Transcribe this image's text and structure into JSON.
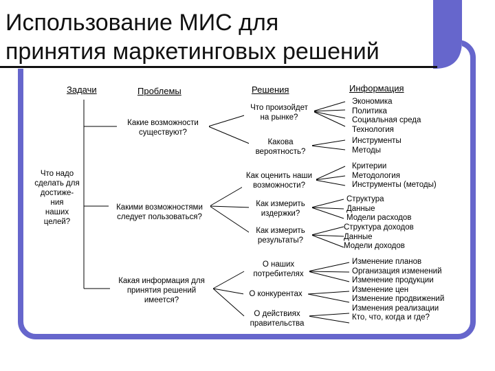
{
  "slide": {
    "title_line1": "Использование МИС для",
    "title_line2": "принятия маркетинговых решений",
    "colors": {
      "accent": "#6666cc",
      "text": "#000000"
    }
  },
  "headers": {
    "tasks": "Задачи",
    "problems": "Проблемы",
    "solutions": "Решения",
    "information": "Информация"
  },
  "task": [
    "Что надо",
    "сделать для",
    "достиже-",
    "ния",
    "наших",
    "целей?"
  ],
  "problems": [
    [
      "Какие возможности",
      "существуют?"
    ],
    [
      "Какими возможностями",
      "следует пользоваться?"
    ],
    [
      "Какая информация для",
      "принятия решений",
      "имеется?"
    ]
  ],
  "solutions": [
    [
      "Что произойдет",
      "на рынке?"
    ],
    [
      "Какова",
      "вероятность?"
    ],
    [
      "Как оценить наши",
      "возможности?"
    ],
    [
      "Как измерить",
      "издержки?"
    ],
    [
      "Как измерить",
      "результаты?"
    ],
    [
      "О наших",
      "потребителях"
    ],
    [
      "О конкурентах"
    ],
    [
      "О действиях",
      "правительства"
    ]
  ],
  "information": [
    [
      "Экономика",
      "Политика",
      "Социальная среда",
      "Технология"
    ],
    [
      "Инструменты",
      "Методы"
    ],
    [
      "Критерии",
      "Методология",
      "Инструменты (методы)"
    ],
    [
      "Структура",
      "Данные",
      "Модели расходов"
    ],
    [
      "Структура доходов",
      "Данные",
      "Модели доходов"
    ],
    [
      "Изменение планов",
      "Организация изменений",
      "Изменение продукции",
      "Изменение цен",
      "Изменение продвижений",
      "Изменения реализации",
      "Кто, что, когда и где?"
    ]
  ]
}
